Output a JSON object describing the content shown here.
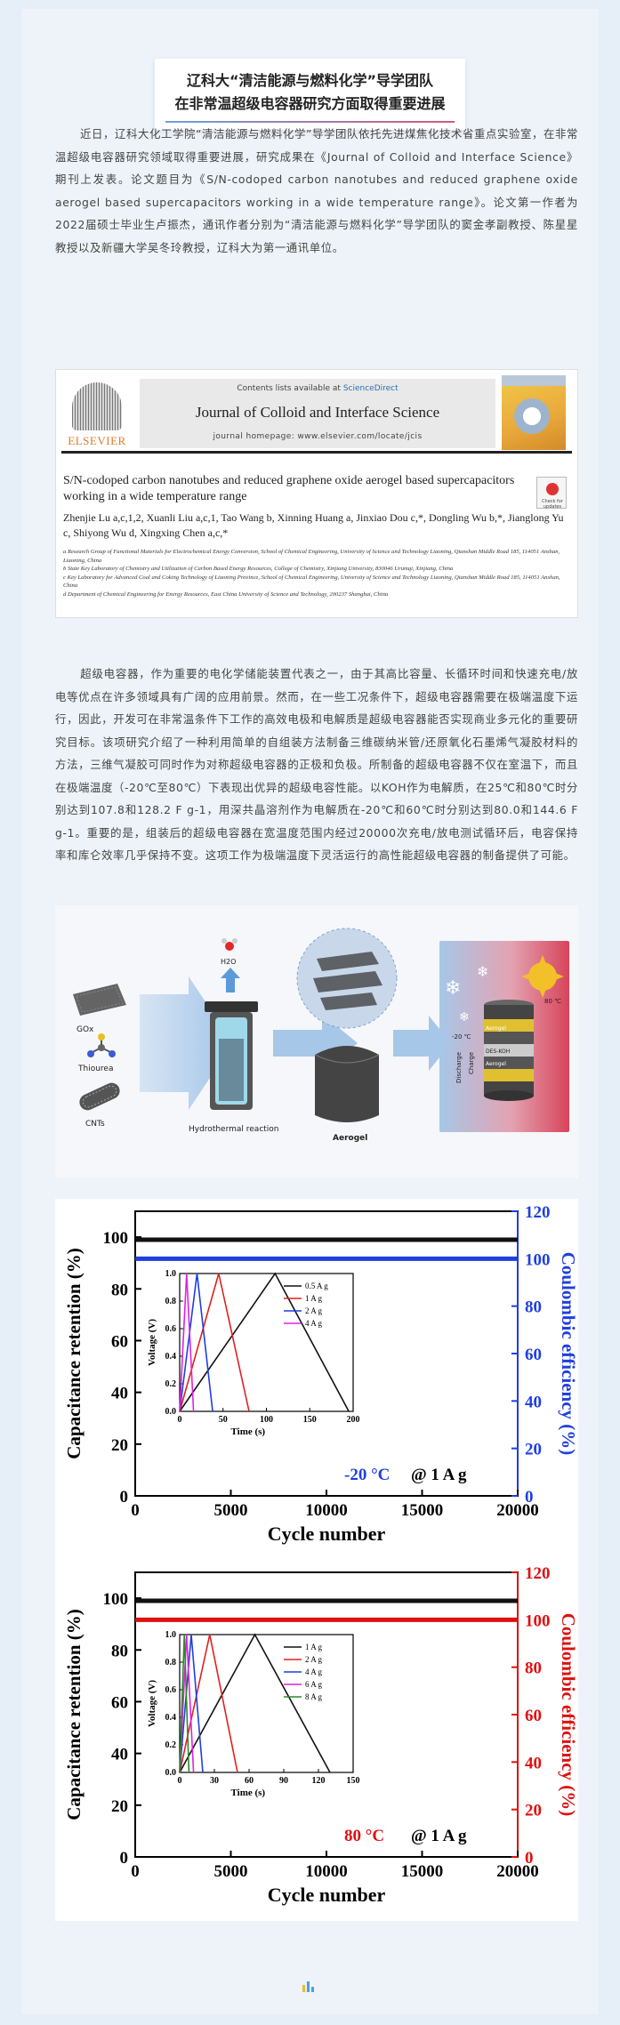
{
  "header": {
    "title_line1": "辽科大“清洁能源与燃料化学”导学团队",
    "title_line2": "在非常温超级电容器研究方面取得重要进展"
  },
  "paragraph1": "近日，辽科大化工学院“清洁能源与燃料化学”导学团队依托先进煤焦化技术省重点实验室，在非常温超级电容器研究领域取得重要进展，研究成果在《Journal of Colloid and Interface Science》期刊上发表。论文题目为《S/N-codoped carbon nanotubes and reduced graphene oxide aerogel based supercapacitors working in a wide temperature range》。论文第一作者为2022届硕士毕业生卢振杰，通讯作者分别为“清洁能源与燃料化学”导学团队的窦金孝副教授、陈星星教授以及新疆大学吴冬玲教授，辽科大为第一通讯单位。",
  "article": {
    "contents_prefix": "Contents lists available at ",
    "contents_link": "ScienceDirect",
    "journal_name": "Journal of Colloid and Interface Science",
    "homepage": "journal homepage: www.elsevier.com/locate/jcis",
    "publisher": "ELSEVIER",
    "check_updates": "Check for updates",
    "title": "S/N-codoped carbon nanotubes and reduced graphene oxide aerogel based supercapacitors working in a wide temperature range",
    "authors": "Zhenjie Lu a,c,1,2, Xuanli Liu a,c,1, Tao Wang b, Xinning Huang a, Jinxiao Dou c,*, Dongling Wu b,*, Jianglong Yu c, Shiyong Wu d, Xingxing Chen a,c,*",
    "affiliations": [
      "a Research Group of Functional Materials for Electrochemical Energy Conversion, School of Chemical Engineering, University of Science and Technology Liaoning, Qianshan Middle Road 185, 114051 Anshan, Liaoning, China",
      "b State Key Laboratory of Chemistry and Utilization of Carbon Based Energy Resources, College of Chemistry, Xinjiang University, 830046 Urumqi, Xinjiang, China",
      "c Key Laboratory for Advanced Coal and Coking Technology of Liaoning Province, School of Chemical Engineering, University of Science and Technology Liaoning, Qianshan Middle Road 185, 114051 Anshan, China",
      "d Department of Chemical Engineering for Energy Resources, East China University of Science and Technology, 200237 Shanghai, China"
    ]
  },
  "paragraph2": "超级电容器，作为重要的电化学储能装置代表之一，由于其高比容量、长循环时间和快速充电/放电等优点在许多领域具有广阔的应用前景。然而，在一些工况条件下，超级电容器需要在极端温度下运行，因此，开发可在非常温条件下工作的高效电极和电解质是超级电容器能否实现商业多元化的重要研究目标。该项研究介绍了一种利用简单的自组装方法制备三维碳纳米管/还原氧化石墨烯气凝胶材料的方法，三维气凝胶可同时作为对称超级电容器的正极和负极。所制备的超级电容器不仅在室温下，而且在极端温度（-20℃至80℃）下表现出优异的超级电容性能。以KOH作为电解质，在25℃和80℃时分别达到107.8和128.2 F g-1，用深共晶溶剂作为电解质在-20℃和60℃时分别达到80.0和144.6 F g-1。重要的是，组装后的超级电容器在宽温度范围内经过20000次充电/放电测试循环后，电容保持率和库仑效率几乎保持不变。这项工作为极端温度下灵活运行的高性能超级电容器的制备提供了可能。",
  "scheme": {
    "labels": {
      "gox": "GOx",
      "thiourea": "Thiourea",
      "cnts": "CNTs",
      "h2o": "H2O",
      "hydrothermal": "Hydrothermal reaction",
      "aerogel": "Aerogel",
      "cold": "-20 ℃",
      "hot": "80 ℃",
      "discharge": "Discharge",
      "charge": "Charge",
      "dess": "DES-KOH",
      "layer1": "Aerogel",
      "layer2": "Aerogel"
    }
  },
  "chart_data": [
    {
      "type": "line",
      "xlabel": "Cycle number",
      "ylabel": "Capacitance retention (%)",
      "y2label": "Coulombic efficiency (%)",
      "xlim": [
        0,
        20000
      ],
      "ylim": [
        0,
        110
      ],
      "y2lim": [
        0,
        120
      ],
      "xticks": [
        0,
        5000,
        10000,
        15000,
        20000
      ],
      "yticks": [
        0,
        20,
        40,
        60,
        80,
        100
      ],
      "y2ticks": [
        0,
        20,
        40,
        60,
        80,
        100,
        120
      ],
      "series": [
        {
          "axis": "left",
          "color": "#111111",
          "x": [
            0,
            20000
          ],
          "values": [
            99,
            99
          ]
        },
        {
          "axis": "right",
          "color": "#1f3fe0",
          "x": [
            0,
            20000
          ],
          "values": [
            100,
            100
          ]
        }
      ],
      "annotation_temp": "-20 °C",
      "annotation_rate": "@ 1 A g",
      "annotation_color": "#1f3fe0",
      "y2color": "#1f3fe0",
      "inset": {
        "xlabel": "Time (s)",
        "ylabel": "Voltage (V)",
        "xlim": [
          0,
          200
        ],
        "ylim": [
          0,
          1.0
        ],
        "xticks": [
          0,
          50,
          100,
          150,
          200
        ],
        "yticks": [
          0.0,
          0.2,
          0.4,
          0.6,
          0.8,
          1.0
        ],
        "series": [
          {
            "name": "0.5 A g",
            "color": "#111111",
            "peak": 110,
            "end": 195
          },
          {
            "name": "1 A g",
            "color": "#e02020",
            "peak": 45,
            "end": 80
          },
          {
            "name": "2 A g",
            "color": "#1f3fe0",
            "peak": 20,
            "end": 38
          },
          {
            "name": "4 A g",
            "color": "#e020e0",
            "peak": 8,
            "end": 16
          }
        ]
      }
    },
    {
      "type": "line",
      "xlabel": "Cycle number",
      "ylabel": "Capacitance retention (%)",
      "y2label": "Coulombic efficiency (%)",
      "xlim": [
        0,
        20000
      ],
      "ylim": [
        0,
        110
      ],
      "y2lim": [
        0,
        120
      ],
      "xticks": [
        0,
        5000,
        10000,
        15000,
        20000
      ],
      "yticks": [
        0,
        20,
        40,
        60,
        80,
        100
      ],
      "y2ticks": [
        0,
        20,
        40,
        60,
        80,
        100,
        120
      ],
      "series": [
        {
          "axis": "left",
          "color": "#111111",
          "x": [
            0,
            20000
          ],
          "values": [
            99,
            99
          ]
        },
        {
          "axis": "right",
          "color": "#e01010",
          "x": [
            0,
            20000
          ],
          "values": [
            100,
            100
          ]
        }
      ],
      "annotation_temp": "80 °C",
      "annotation_rate": "@ 1 A g",
      "annotation_color": "#e01010",
      "y2color": "#e01010",
      "inset": {
        "xlabel": "Time (s)",
        "ylabel": "Voltage (V)",
        "xlim": [
          0,
          150
        ],
        "ylim": [
          0,
          1.0
        ],
        "xticks": [
          0,
          30,
          60,
          90,
          120,
          150
        ],
        "yticks": [
          0.0,
          0.2,
          0.4,
          0.6,
          0.8,
          1.0
        ],
        "series": [
          {
            "name": "1 A g",
            "color": "#111111",
            "peak": 65,
            "end": 130
          },
          {
            "name": "2 A g",
            "color": "#e02020",
            "peak": 26,
            "end": 50
          },
          {
            "name": "4 A g",
            "color": "#1f3fe0",
            "peak": 10,
            "end": 20
          },
          {
            "name": "6 A g",
            "color": "#e020e0",
            "peak": 6,
            "end": 12
          },
          {
            "name": "8 A g",
            "color": "#2a8a2a",
            "peak": 4,
            "end": 8
          }
        ]
      }
    }
  ]
}
